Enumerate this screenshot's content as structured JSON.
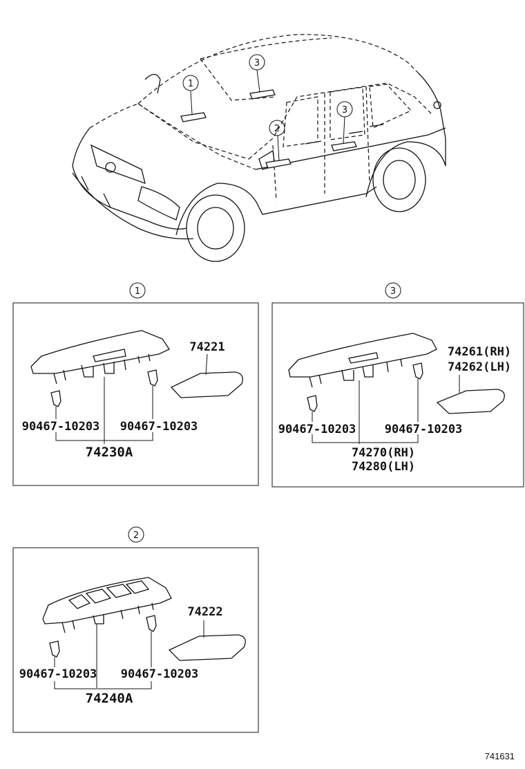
{
  "diagram_id": "741631",
  "callouts": [
    "1",
    "2",
    "3"
  ],
  "panel1": {
    "callout": "1",
    "trim_part": "74221",
    "clip_left": "90467-10203",
    "clip_right": "90467-10203",
    "assembly": "74230A"
  },
  "panel2": {
    "callout": "2",
    "trim_part": "74222",
    "clip_left": "90467-10203",
    "clip_right": "90467-10203",
    "assembly": "74240A"
  },
  "panel3": {
    "callout": "3",
    "trim_part_rh": "74261(RH)",
    "trim_part_lh": "74262(LH)",
    "clip_left": "90467-10203",
    "clip_right": "90467-10203",
    "assembly_rh": "74270(RH)",
    "assembly_lh": "74280(LH)"
  }
}
